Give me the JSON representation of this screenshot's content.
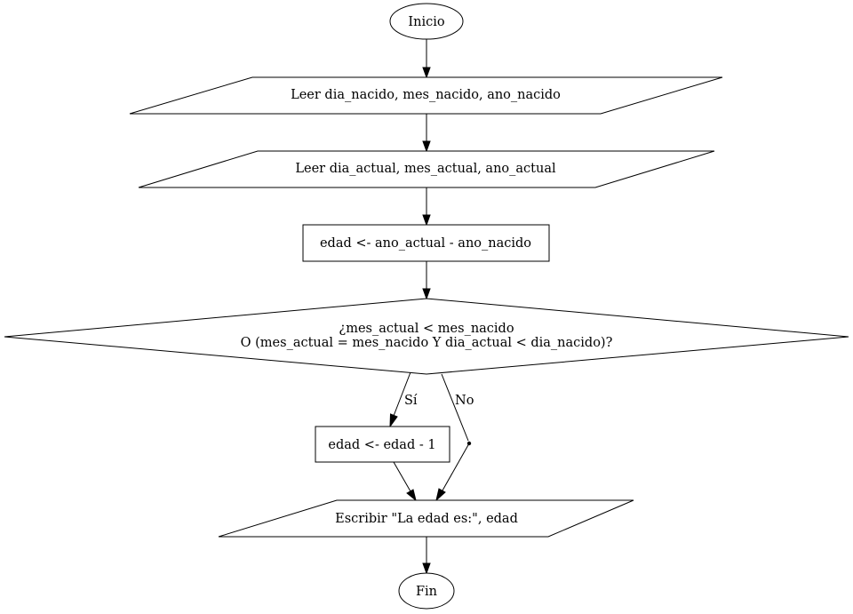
{
  "diagram": {
    "nodes": {
      "start": "Inicio",
      "read_birth": "Leer dia_nacido, mes_nacido, ano_nacido",
      "read_current": "Leer dia_actual, mes_actual, ano_actual",
      "calc_age": "edad <- ano_actual - ano_nacido",
      "decision_line1": "¿mes_actual < mes_nacido",
      "decision_line2": "O (mes_actual = mes_nacido Y dia_actual < dia_nacido)?",
      "decrement": "edad <- edad - 1",
      "write_age": "Escribir \"La edad es:\", edad",
      "end": "Fin"
    },
    "edge_labels": {
      "yes": "Sí",
      "no": "No"
    }
  }
}
